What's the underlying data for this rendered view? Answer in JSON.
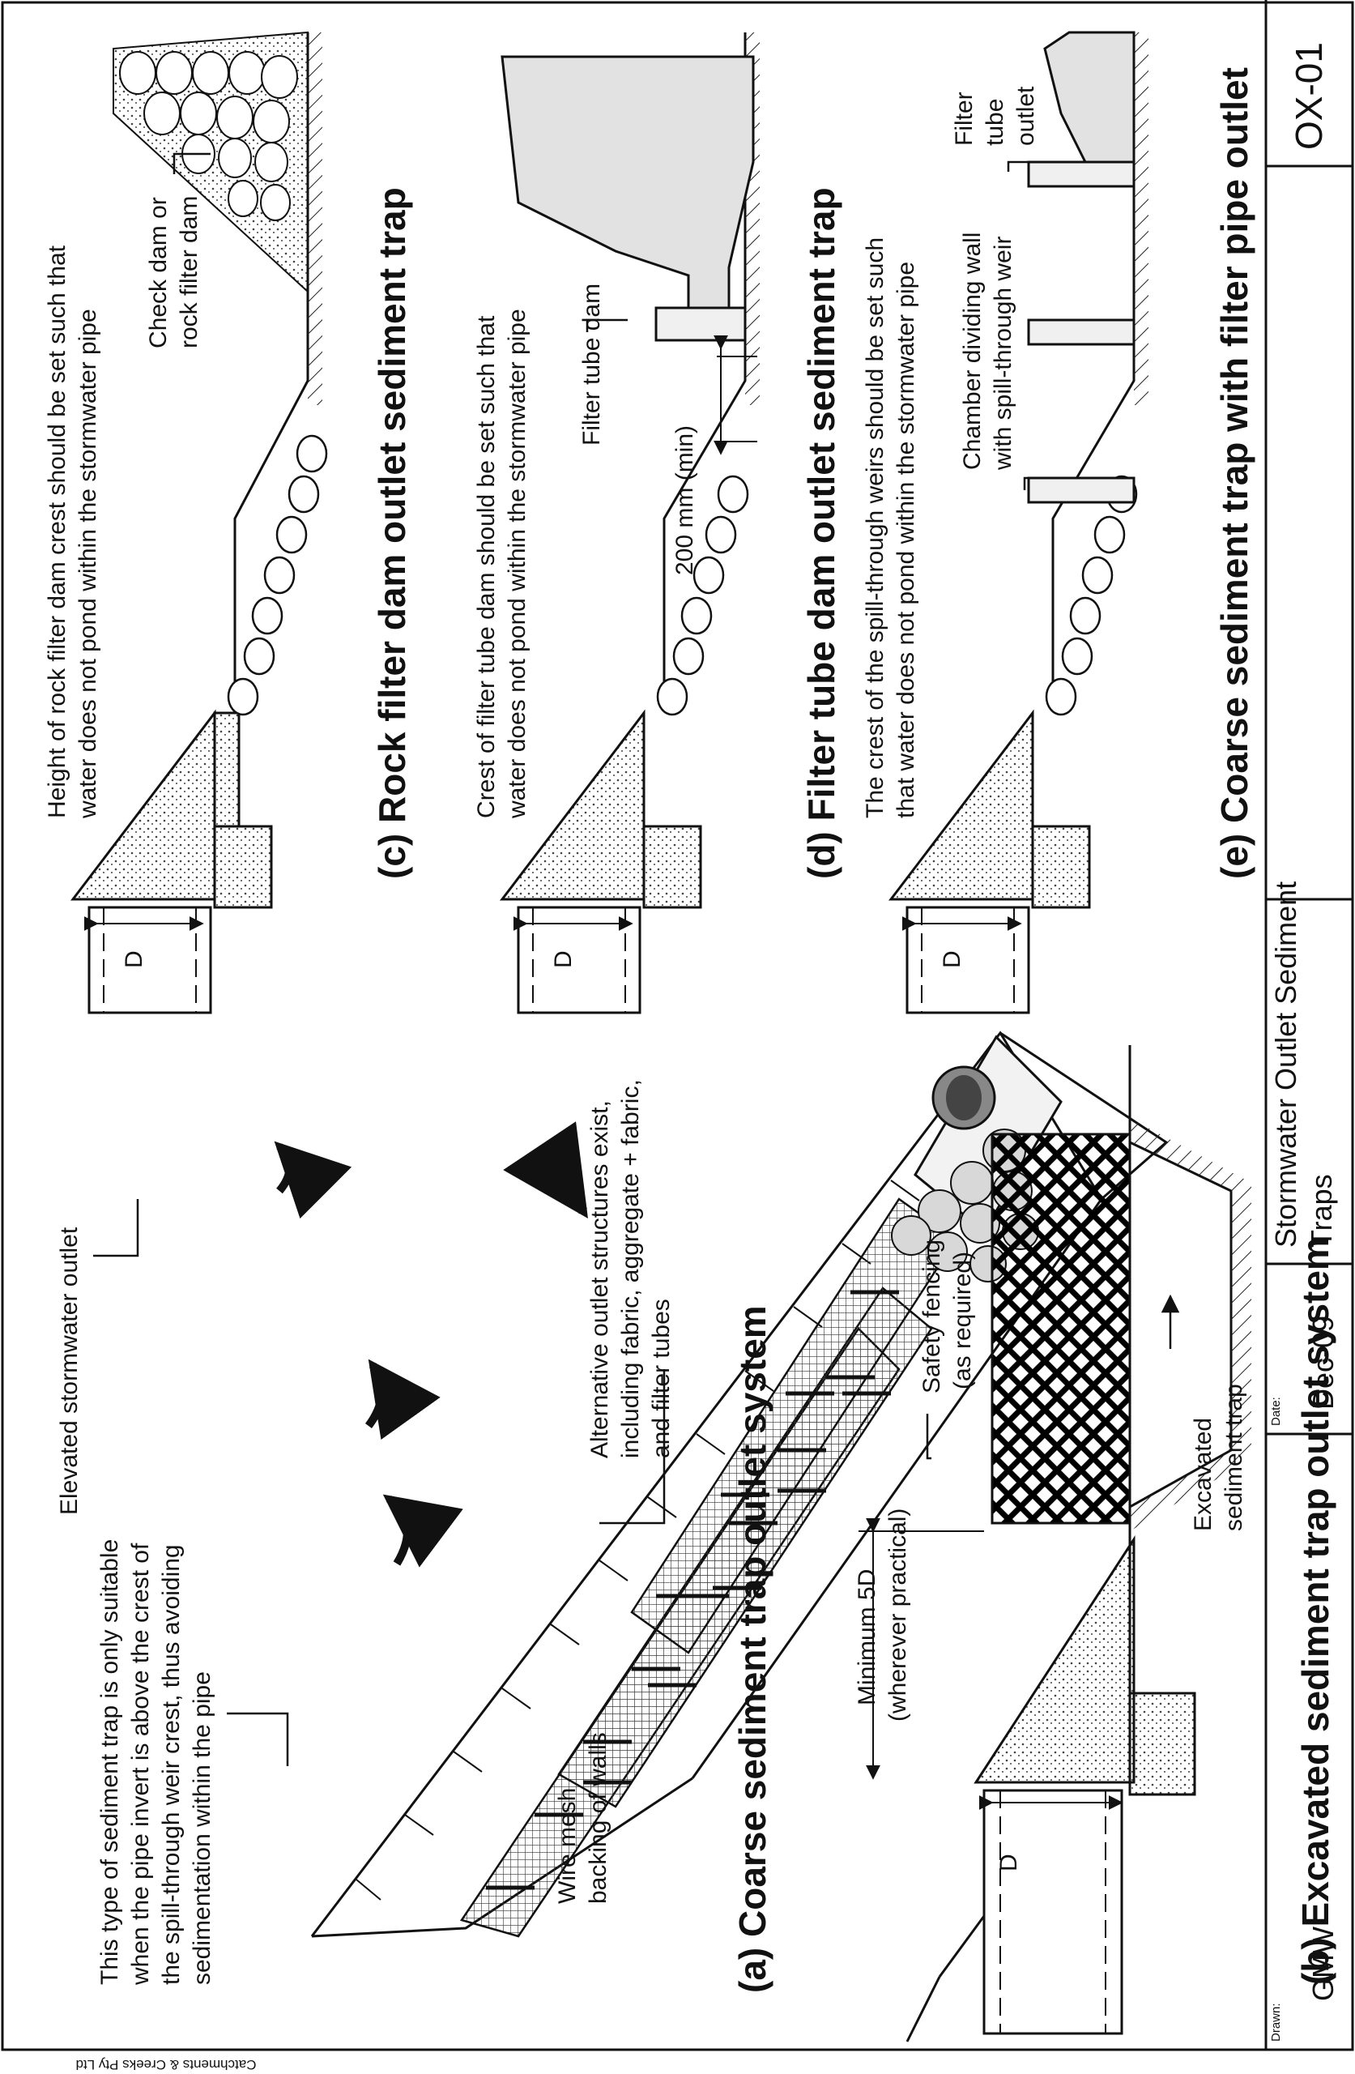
{
  "title_block": {
    "drawn_label": "Drawn:",
    "drawn_value": "GMW",
    "date_label": "Date:",
    "date_value": "Dec-09",
    "title_line1": "Stormwater Outlet Sediment",
    "title_line2": "Traps",
    "drawing_id": "OX-01"
  },
  "credit": "Catchments & Creeks Pty Ltd",
  "panel_a": {
    "title": "(a) Coarse sediment trap outlet system",
    "note": [
      "This type of sediment trap is only suitable",
      "when the pipe invert is above the crest of",
      "the spill-through weir crest, thus avoiding",
      "sedimentation within the pipe"
    ],
    "elevated_outlet": "Elevated stormwater outlet",
    "wire_mesh": [
      "Wire mesh",
      "backing of walls"
    ],
    "alternative": [
      "Alternative outlet structures exist,",
      "including fabric, aggregate + fabric,",
      "and filter tubes"
    ]
  },
  "panel_b": {
    "title": "(b) Excavated sediment trap outlet system",
    "minimum": [
      "Minimum 5D",
      "(wherever practical)"
    ],
    "fencing": [
      "Safety fencing",
      "(as required)"
    ],
    "excavated": [
      "Excavated",
      "sediment trap"
    ],
    "d_label": "D"
  },
  "panel_c": {
    "title": "(c) Rock filter dam outlet sediment trap",
    "note": [
      "Height of rock filter dam crest should be set such that",
      "water does not pond within the stormwater pipe"
    ],
    "check_dam": [
      "Check dam or",
      "rock filter dam"
    ],
    "d_label": "D"
  },
  "panel_d": {
    "title": "(d) Filter tube dam outlet sediment trap",
    "note": [
      "Crest of filter tube dam should be set such that",
      "water does not pond within the stormwater pipe"
    ],
    "filter_tube_dam": "Filter tube dam",
    "dimension": "200 mm (min)",
    "d_label": "D"
  },
  "panel_e": {
    "title": "(e) Coarse sediment trap with filter pipe outlet",
    "note": [
      "The crest of the spill-through weirs should be set such",
      "that water does not pond within the stormwater pipe"
    ],
    "chamber": [
      "Chamber dividing wall",
      "with spill-through weir"
    ],
    "filter_outlet": [
      "Filter",
      "tube",
      "outlet"
    ],
    "d_label": "D"
  }
}
